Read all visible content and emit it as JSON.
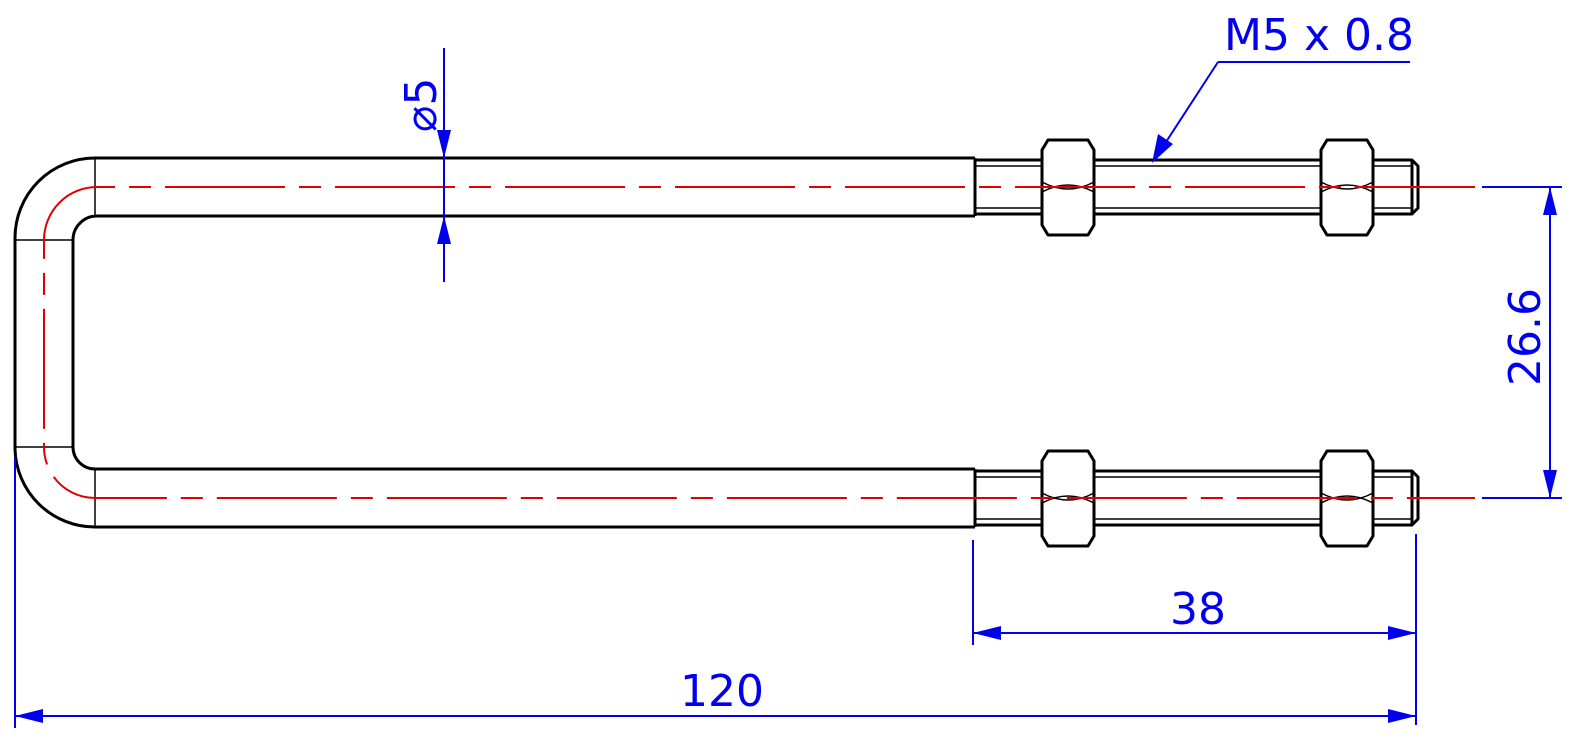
{
  "drawing": {
    "line_colors": {
      "outline": "#000000",
      "centerline": "#e00000",
      "dimension": "#0000ee"
    },
    "dimensions": {
      "diameter": "⌀5",
      "thread_callout": "M5 x 0.8",
      "leg_spacing": "26.6",
      "thread_length": "38",
      "overall_length": "120"
    }
  }
}
